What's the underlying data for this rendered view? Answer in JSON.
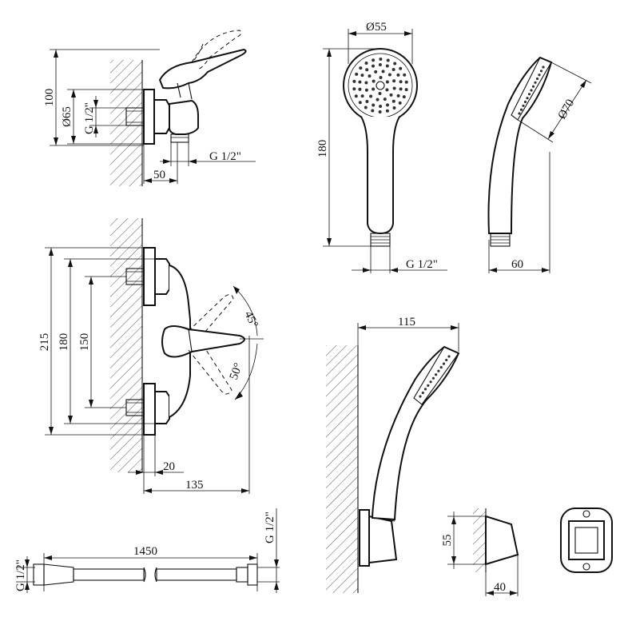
{
  "views": {
    "mixer_side": {
      "dim_height": "100",
      "dim_diameter": "Ø65",
      "dim_thread_left": "G 1/2\"",
      "dim_thread_bottom": "G 1/2\"",
      "dim_depth": "50"
    },
    "mixer_front": {
      "dim_total_height": "215",
      "dim_180": "180",
      "dim_150": "150",
      "dim_angle_up": "45°",
      "dim_angle_down": "50°",
      "dim_wall": "20",
      "dim_projection": "135"
    },
    "hose": {
      "dim_length": "1450",
      "dim_thread_left": "G 1/2\"",
      "dim_thread_right": "G 1/2\""
    },
    "hand_shower_front": {
      "dim_head": "Ø55",
      "dim_length": "180",
      "dim_thread": "G 1/2\""
    },
    "hand_shower_side": {
      "dim_head": "Ø70",
      "dim_width": "60"
    },
    "holder_assembly": {
      "dim_reach": "115"
    },
    "holder_side": {
      "dim_height": "55",
      "dim_depth": "40"
    }
  }
}
